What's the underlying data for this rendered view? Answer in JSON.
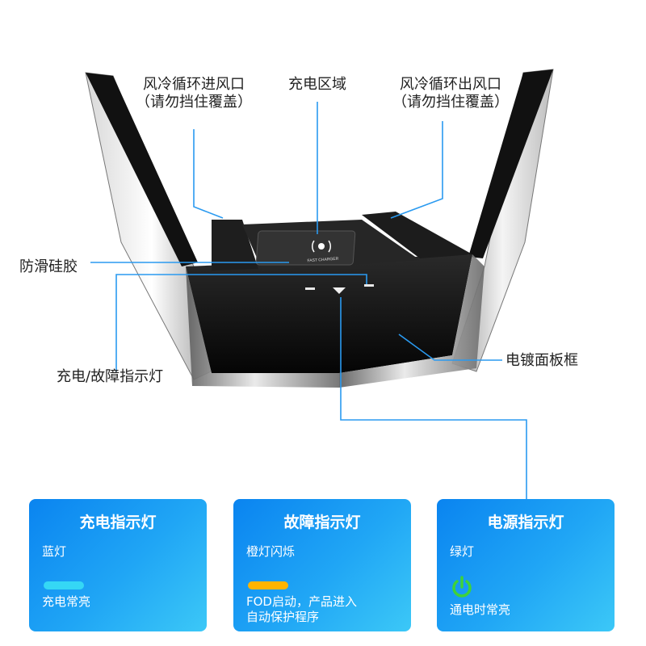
{
  "labels": {
    "air_intake_title": "风冷循环进风口",
    "air_intake_note": "（请勿挡住覆盖）",
    "charge_zone": "充电区域",
    "air_outlet_title": "风冷循环出风口",
    "air_outlet_note": "（请勿挡住覆盖）",
    "anti_slip": "防滑硅胶",
    "indicator": "充电/故障指示灯",
    "frame": "电镀面板框",
    "device_logo": "FAST CHARGER"
  },
  "cards": [
    {
      "title": "充电指示灯",
      "color_name": "蓝灯",
      "light_color": "#35d7f5",
      "desc_lines": [
        "充电常亮"
      ]
    },
    {
      "title": "故障指示灯",
      "color_name": "橙灯闪烁",
      "light_color": "#ffb400",
      "desc_lines": [
        "FOD启动，产品进入",
        "自动保护程序"
      ]
    },
    {
      "title": "电源指示灯",
      "color_name": "绿灯",
      "light_color": "#3fd23a",
      "desc_lines": [
        "通电时常亮"
      ]
    }
  ],
  "colors": {
    "card_gradient_start": "#0a84f0",
    "card_gradient_end": "#3cc8f7",
    "callout_line": "#2a9af0"
  }
}
